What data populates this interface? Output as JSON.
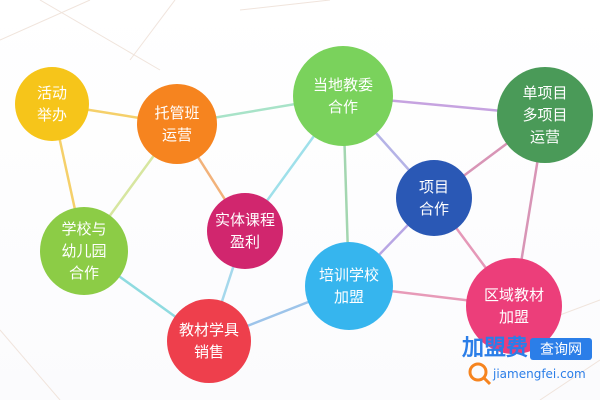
{
  "nodes": [
    {
      "id": "activity",
      "lines": [
        "活动",
        "举办"
      ],
      "color": "#f6c51a"
    },
    {
      "id": "tutoring",
      "lines": [
        "托管班",
        "运营"
      ],
      "color": "#f6841f"
    },
    {
      "id": "local-edu",
      "lines": [
        "当地教委",
        "合作"
      ],
      "color": "#7ad25c"
    },
    {
      "id": "single-multi",
      "lines": [
        "单项目",
        "多项目",
        "运营"
      ],
      "color": "#4a9a58"
    },
    {
      "id": "school-kg",
      "lines": [
        "学校与",
        "幼儿园",
        "合作"
      ],
      "color": "#8ccc46"
    },
    {
      "id": "course-profit",
      "lines": [
        "实体课程",
        "盈利"
      ],
      "color": "#d1266e"
    },
    {
      "id": "project-coop",
      "lines": [
        "项目",
        "合作"
      ],
      "color": "#2a58b5"
    },
    {
      "id": "training-school",
      "lines": [
        "培训学校",
        "加盟"
      ],
      "color": "#36b5ee"
    },
    {
      "id": "regional-material",
      "lines": [
        "区域教材",
        "加盟"
      ],
      "color": "#ec3e7a"
    },
    {
      "id": "material-sales",
      "lines": [
        "教材学具",
        "销售"
      ],
      "color": "#ee3f4c"
    }
  ],
  "edges": [
    {
      "from": "activity",
      "to": "tutoring",
      "color": "#f5d06a"
    },
    {
      "from": "activity",
      "to": "school-kg",
      "color": "#f5d06a"
    },
    {
      "from": "tutoring",
      "to": "local-edu",
      "color": "#a8e3c8"
    },
    {
      "from": "tutoring",
      "to": "course-profit",
      "color": "#f2b27a"
    },
    {
      "from": "tutoring",
      "to": "school-kg",
      "color": "#d7e6a0"
    },
    {
      "from": "local-edu",
      "to": "single-multi",
      "color": "#c6a3e0"
    },
    {
      "from": "local-edu",
      "to": "course-profit",
      "color": "#9fe0ea"
    },
    {
      "from": "local-edu",
      "to": "project-coop",
      "color": "#b5b3e6"
    },
    {
      "from": "local-edu",
      "to": "training-school",
      "color": "#a3d6b0"
    },
    {
      "from": "single-multi",
      "to": "project-coop",
      "color": "#d895b6"
    },
    {
      "from": "single-multi",
      "to": "regional-material",
      "color": "#d895b6"
    },
    {
      "from": "project-coop",
      "to": "training-school",
      "color": "#b8a6e4"
    },
    {
      "from": "project-coop",
      "to": "regional-material",
      "color": "#e598b8"
    },
    {
      "from": "school-kg",
      "to": "material-sales",
      "color": "#8fdbe0"
    },
    {
      "from": "course-profit",
      "to": "material-sales",
      "color": "#a5d8ec"
    },
    {
      "from": "material-sales",
      "to": "training-school",
      "color": "#9dc4ea"
    },
    {
      "from": "training-school",
      "to": "regional-material",
      "color": "#e79ab8"
    }
  ],
  "watermark": {
    "brand": "加盟费",
    "tag": "查询网",
    "url": "jiamengfei.com"
  }
}
